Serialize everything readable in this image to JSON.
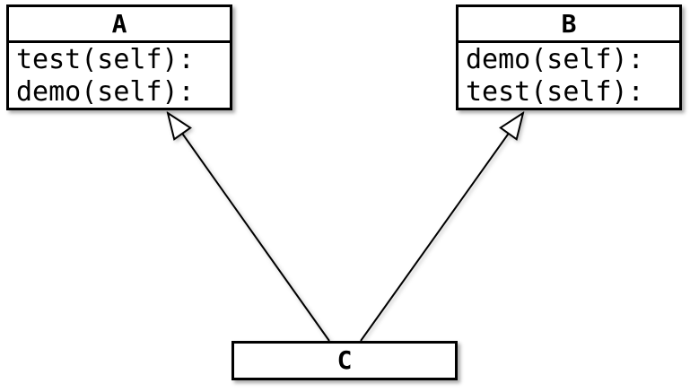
{
  "diagram": {
    "type": "uml-class-diagram",
    "background_color": "#ffffff",
    "box_fill_color": "#ffffff",
    "stroke_color": "#000000",
    "classes": [
      {
        "name": "A",
        "methods": [
          "test(self):",
          "demo(self):"
        ]
      },
      {
        "name": "B",
        "methods": [
          "demo(self):",
          "test(self):"
        ]
      },
      {
        "name": "C",
        "methods": []
      }
    ],
    "edges": [
      {
        "from": "C",
        "to": "A",
        "type": "inheritance",
        "arrowhead": "hollow-triangle"
      },
      {
        "from": "C",
        "to": "B",
        "type": "inheritance",
        "arrowhead": "hollow-triangle"
      }
    ]
  }
}
